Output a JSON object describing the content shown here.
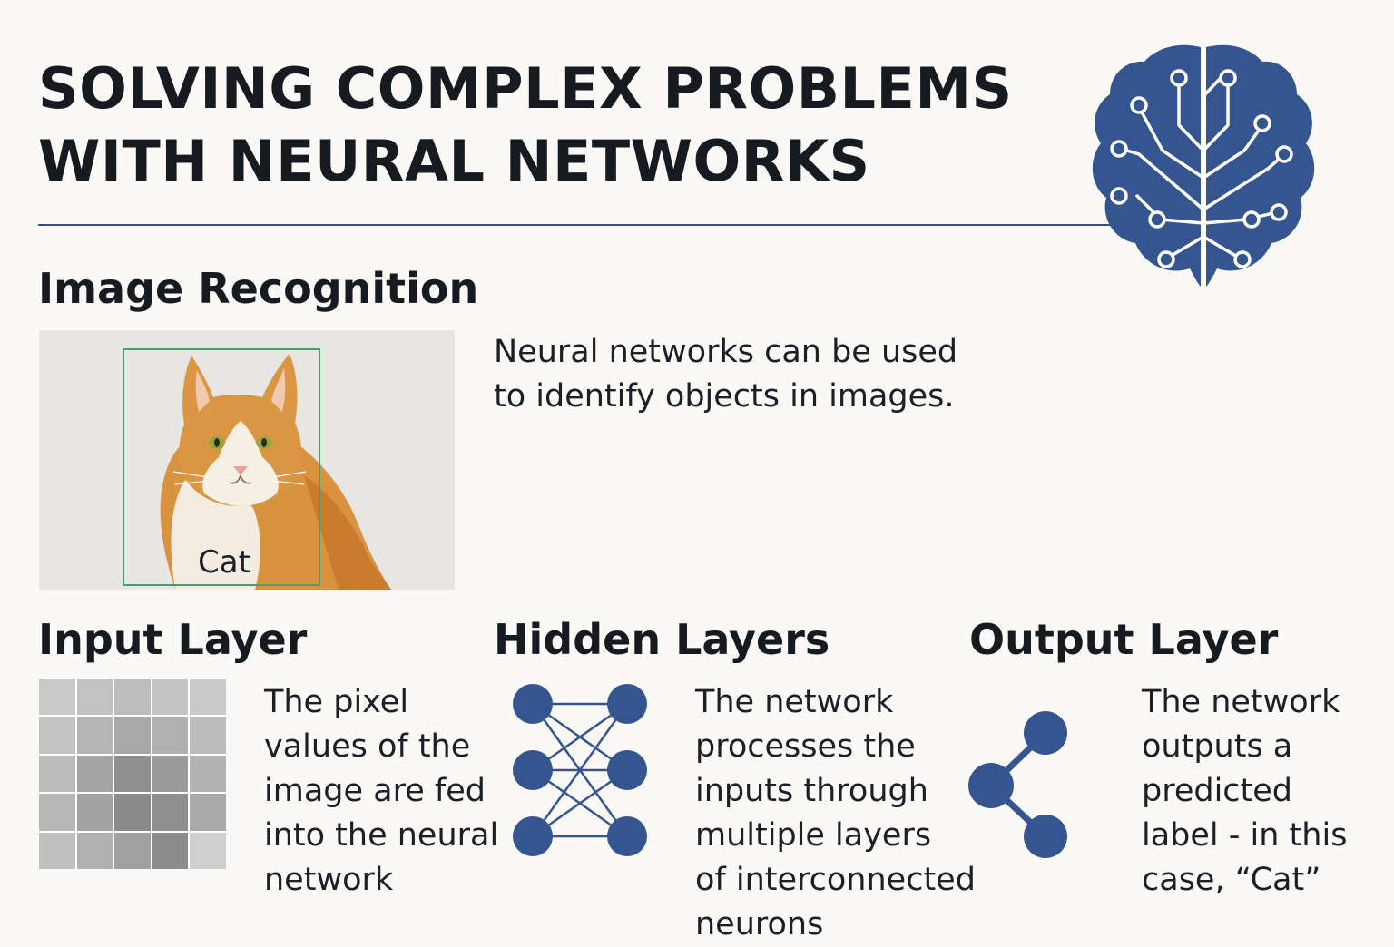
{
  "title": {
    "line1": "SOLVING COMPLEX PROBLEMS",
    "line2": "WITH NEURAL NETWORKS"
  },
  "image_recognition": {
    "heading": "Image Recognition",
    "bbox_label": "Cat",
    "description": [
      "Neural networks can be used",
      "to identify objects in images."
    ]
  },
  "input_layer": {
    "heading": "Input Layer",
    "description": [
      "The pixel",
      "values of the",
      "image are fed",
      "into the neural",
      "network"
    ],
    "pixel_shades": [
      "#c9c9c9",
      "#c2c2c2",
      "#bdbdbd",
      "#c4c4c4",
      "#c9c9c9",
      "#c4c4c4",
      "#b5b5b5",
      "#a8a8a8",
      "#b0b0b0",
      "#bcbcbc",
      "#bcbcbc",
      "#a3a3a3",
      "#8f8f8f",
      "#9a9a9a",
      "#b3b3b3",
      "#b8b8b8",
      "#a2a2a2",
      "#8a8a8a",
      "#8e8e8e",
      "#a9a9a9",
      "#c0c0c0",
      "#b0b0b0",
      "#a0a0a0",
      "#8c8c8c",
      "#cfcfcf"
    ]
  },
  "hidden_layers": {
    "heading": "Hidden Layers",
    "description": [
      "The network",
      "processes the",
      "inputs through",
      "multiple layers",
      "of interconnected",
      "neurons"
    ]
  },
  "output_layer": {
    "heading": "Output Layer",
    "description": [
      "The network",
      "outputs a",
      "predicted",
      "label - in this",
      "case, “Cat”"
    ]
  },
  "colors": {
    "accent": "#34558f",
    "rule": "#2f4f8f",
    "background": "#faf9f5",
    "bbox": "#4a9b6e"
  },
  "icons": {
    "brain": "brain-circuit-icon",
    "hidden": "network-graph-icon",
    "output": "share-nodes-icon"
  }
}
